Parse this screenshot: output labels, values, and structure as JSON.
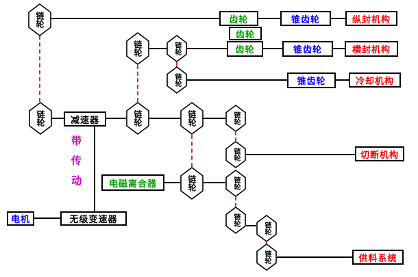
{
  "labels": {
    "sprocket": "链轮",
    "gear": "齿轮",
    "bevel_gear": "锥齿轮",
    "reducer": "减速器",
    "belt_drive": "带传动",
    "clutch": "电磁离合器",
    "motor": "电机",
    "cvt": "无级变速器",
    "longitudinal_seal": "纵封机构",
    "cross_seal": "横封机构",
    "cooling": "冷却机构",
    "cutting": "切断机构",
    "feeding": "供料系统"
  },
  "colors": {
    "gear_text": "#00a000",
    "bevel_text": "#0000ff",
    "mechanism_text": "#ff0000",
    "motor_text": "#0000ff",
    "belt_text": "#cc00cc",
    "chain_dash": "#cc3322",
    "line": "#000000"
  }
}
